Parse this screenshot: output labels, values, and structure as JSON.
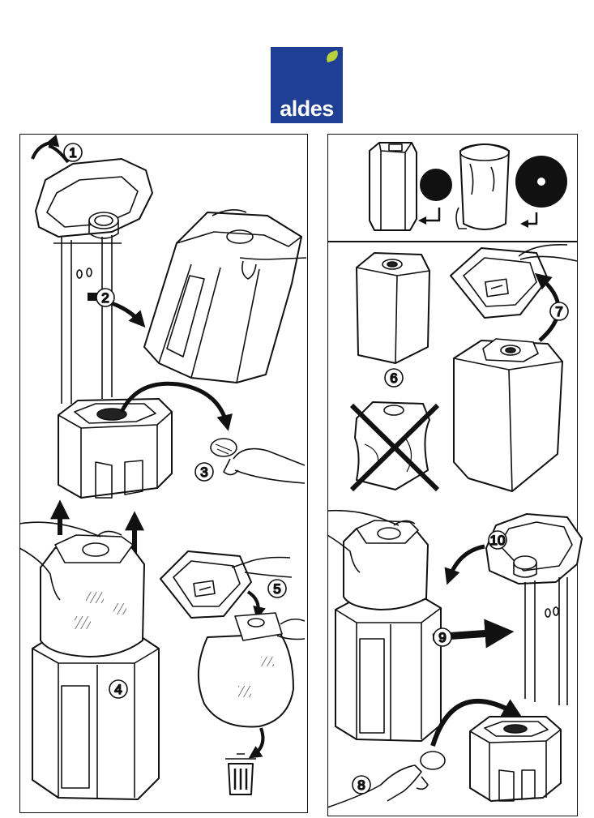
{
  "brand": {
    "name": "aldes",
    "bg_color": "#1f3f94",
    "leaf_color": "#b7d23c"
  },
  "steps": {
    "s1": "1",
    "s2": "2",
    "s3": "3",
    "s4": "4",
    "s5": "5",
    "s6": "6",
    "s7": "7",
    "s8": "8",
    "s9": "9",
    "s10": "10"
  }
}
